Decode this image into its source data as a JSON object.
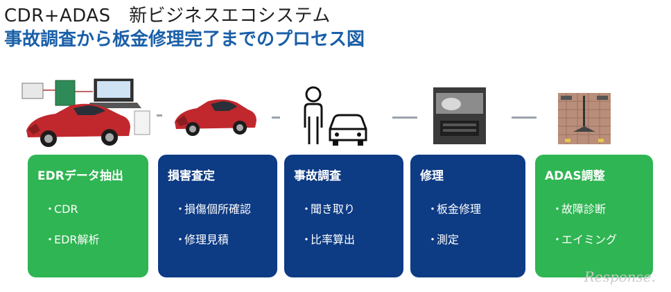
{
  "title": {
    "line1": "CDR+ADAS　新ビジネスエコシステム",
    "line2": "事故調査から板金修理完了までのプロセス図"
  },
  "steps": [
    {
      "title": "EDRデータ抽出",
      "items": [
        "CDR",
        "EDR解析"
      ],
      "color": "#2fb553"
    },
    {
      "title": "損害査定",
      "items": [
        "損傷個所確認",
        "修理見積"
      ],
      "color": "#0d3b84"
    },
    {
      "title": "事故調査",
      "items": [
        "聞き取り",
        "比率算出"
      ],
      "color": "#0d3b84"
    },
    {
      "title": "修理",
      "items": [
        "板金修理",
        "測定"
      ],
      "color": "#0d3b84"
    },
    {
      "title": "ADAS調整",
      "items": [
        "故障診断",
        "エイミング"
      ],
      "color": "#2fb553"
    }
  ],
  "bullet": "・",
  "watermark": "Response."
}
